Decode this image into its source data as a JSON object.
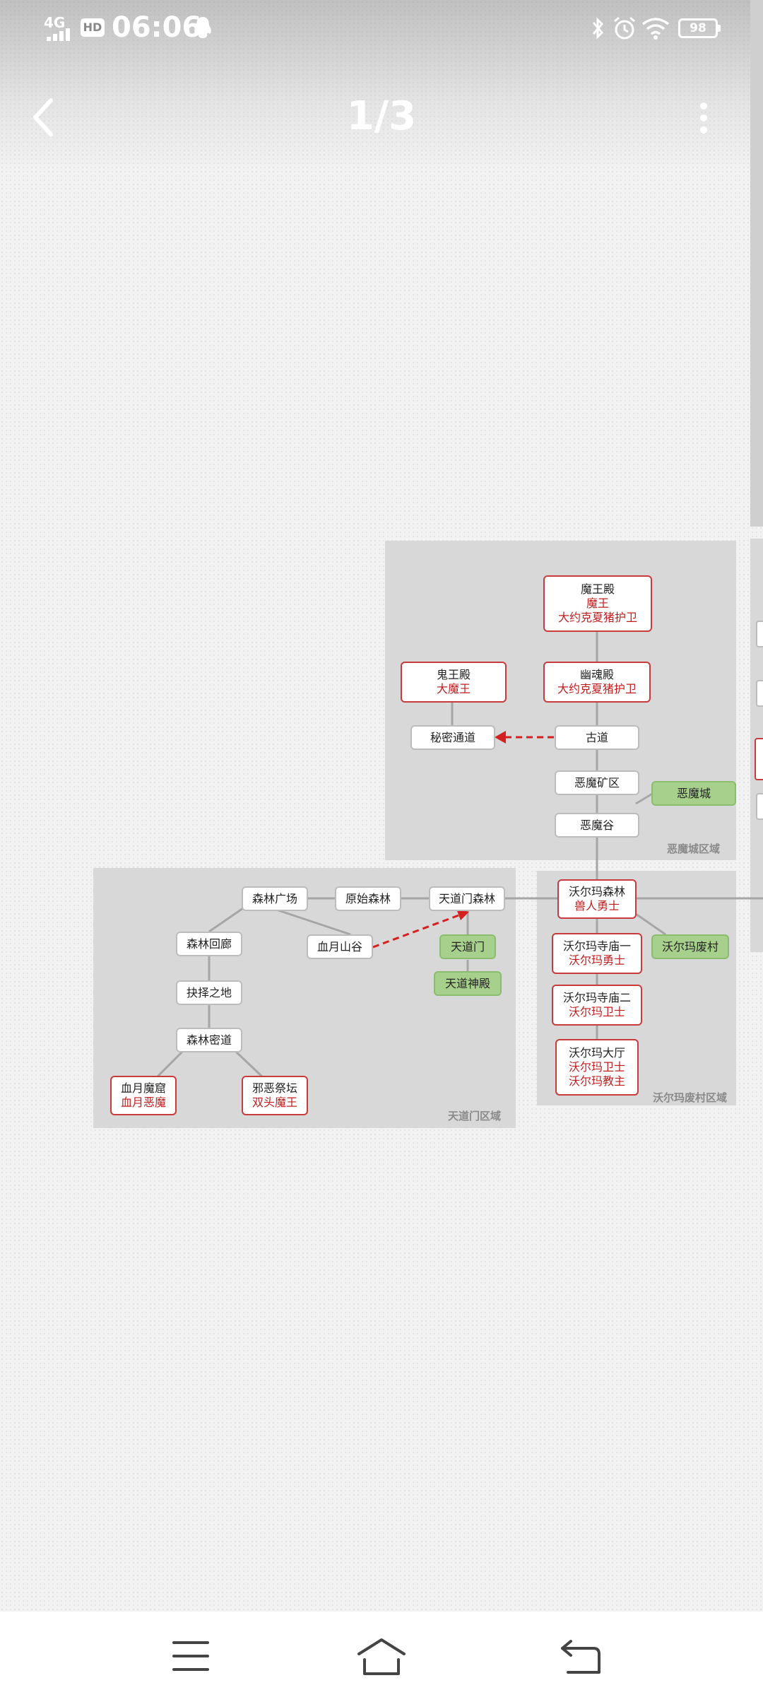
{
  "status_bar": {
    "network": "4G",
    "hd": "HD",
    "time": "06:06",
    "battery": "98"
  },
  "viewer": {
    "counter": "1/3"
  },
  "map": {
    "regions": {
      "demon_city": "恶魔城区域",
      "tiandao": "天道门区域",
      "woerma": "沃尔玛废村区域"
    },
    "nodes": {
      "mowang_dian": {
        "name": "魔王殿",
        "subs": [
          "魔王",
          "大约克夏猪护卫"
        ]
      },
      "gui_wang_dian": {
        "name": "鬼王殿",
        "subs": [
          "大魔王"
        ]
      },
      "youhun_dian": {
        "name": "幽魂殿",
        "subs": [
          "大约克夏猪护卫"
        ]
      },
      "mimi_tongdao": {
        "name": "秘密通道"
      },
      "gudao": {
        "name": "古道"
      },
      "emo_kuangqu": {
        "name": "恶魔矿区"
      },
      "emo_cheng": {
        "name": "恶魔城"
      },
      "emo_gu": {
        "name": "恶魔谷"
      },
      "woerma_senlin": {
        "name": "沃尔玛森林",
        "subs": [
          "兽人勇士"
        ]
      },
      "senlin_guangchang": {
        "name": "森林广场"
      },
      "yuanshi_senlin": {
        "name": "原始森林"
      },
      "tiandaomen_senlin": {
        "name": "天道门森林"
      },
      "senlin_huilang": {
        "name": "森林回廊"
      },
      "xueyue_shangu": {
        "name": "血月山谷"
      },
      "tiandaomen": {
        "name": "天道门"
      },
      "tiandao_shendian": {
        "name": "天道神殿"
      },
      "jueze_zhidi": {
        "name": "抉择之地"
      },
      "senlin_midao": {
        "name": "森林密道"
      },
      "xueyue_moku": {
        "name": "血月魔窟",
        "subs": [
          "血月恶魔"
        ]
      },
      "xie_e_jitan": {
        "name": "邪恶祭坛",
        "subs": [
          "双头魔王"
        ]
      },
      "woerma_simiao1": {
        "name": "沃尔玛寺庙一",
        "subs": [
          "沃尔玛勇士"
        ]
      },
      "woerma_feicun": {
        "name": "沃尔玛废村"
      },
      "woerma_simiao2": {
        "name": "沃尔玛寺庙二",
        "subs": [
          "沃尔玛卫士"
        ]
      },
      "woerma_dating": {
        "name": "沃尔玛大厅",
        "subs": [
          "沃尔玛卫士",
          "沃尔玛教主"
        ]
      }
    }
  },
  "icons": {
    "back": "chevron-left-icon",
    "more": "more-vertical-icon",
    "menu": "menu-icon",
    "home": "home-icon",
    "return": "return-icon"
  }
}
